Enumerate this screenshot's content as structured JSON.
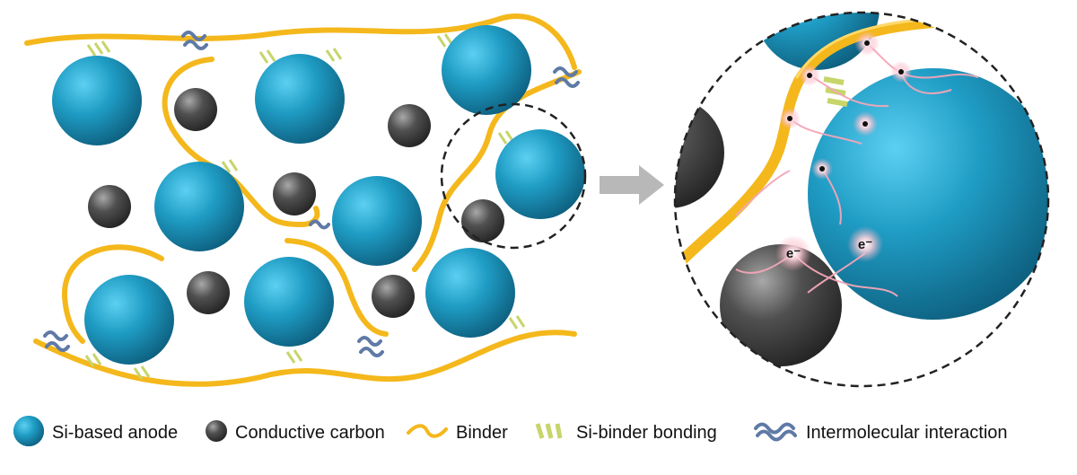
{
  "colors": {
    "si_particle": "#1f9cc4",
    "si_highlight": "#49c6ec",
    "si_shadow": "#0e5f7e",
    "carbon": "#4a4a4a",
    "carbon_highlight": "#9a9a9a",
    "binder": "#f4b81c",
    "binder_dark": "#d99a0c",
    "bonding": "#c7d56a",
    "interaction": "#5f7aa6",
    "arrow": "#b4b4b4",
    "electron_glow": "#f4a6b8"
  },
  "zoom": {
    "electron_label": "e⁻"
  },
  "legend": {
    "items": [
      {
        "name": "si-anode",
        "label": "Si-based anode",
        "icon": "blue-sphere-icon"
      },
      {
        "name": "carbon",
        "label": "Conductive carbon",
        "icon": "dark-sphere-icon"
      },
      {
        "name": "binder",
        "label": "Binder",
        "icon": "binder-wave-icon"
      },
      {
        "name": "bonding",
        "label": "Si-binder bonding",
        "icon": "bonding-dashes-icon"
      },
      {
        "name": "interaction",
        "label": "Intermolecular interaction",
        "icon": "interaction-coil-icon"
      }
    ]
  }
}
